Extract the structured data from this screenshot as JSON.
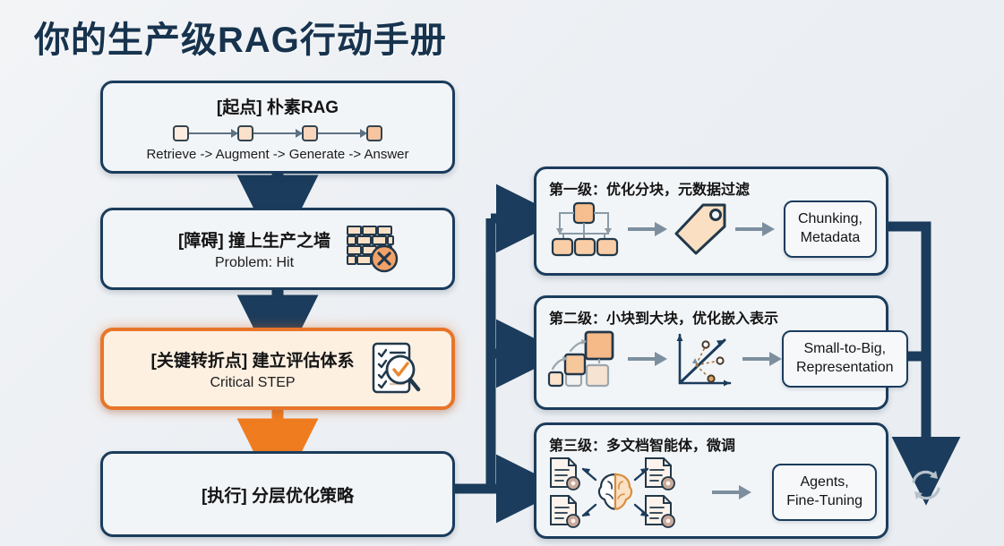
{
  "title": "你的生产级RAG行动手册",
  "colors": {
    "navy": "#1b3c5c",
    "orange": "#e8752a",
    "peach": "#f8d4b0",
    "panel": "#f2f5f8",
    "background": "#eef1f4",
    "grey_arrow": "#7d8f9e"
  },
  "flow": {
    "start": {
      "title": "[起点] 朴素RAG",
      "caption": "Retrieve -> Augment -> Generate -> Answer",
      "steps": [
        "Retrieve",
        "Augment",
        "Generate",
        "Answer"
      ]
    },
    "obstacle": {
      "title": "[障碍] 撞上生产之墙",
      "subtitle": "Problem: Hit",
      "icon": "brick-wall-error-icon"
    },
    "critical": {
      "title": "[关键转折点] 建立评估体系",
      "subtitle": "Critical STEP",
      "icon": "checklist-magnifier-icon"
    },
    "execute": {
      "title": "[执行] 分层优化策略"
    }
  },
  "tiers": [
    {
      "head": "第一级：优化分块，元数据过滤",
      "icons": [
        "hierarchy-split-icon",
        "tag-icon"
      ],
      "label": "Chunking,\nMetadata",
      "label_line1": "Chunking,",
      "label_line2": "Metadata"
    },
    {
      "head": "第二级：小块到大块，优化嵌入表示",
      "icons": [
        "small-to-big-squares-icon",
        "embedding-scatter-icon"
      ],
      "label": "Small-to-Big,\nRepresentation",
      "label_line1": "Small-to-Big,",
      "label_line2": "Representation"
    },
    {
      "head": "第三级：多文档智能体，微调",
      "icons": [
        "multi-document-agents-brain-icon"
      ],
      "label": "Agents,\nFine-Tuning",
      "label_line1": "Agents,",
      "label_line2": "Fine-Tuning"
    }
  ],
  "loop": {
    "icon": "refresh-loop-icon"
  }
}
